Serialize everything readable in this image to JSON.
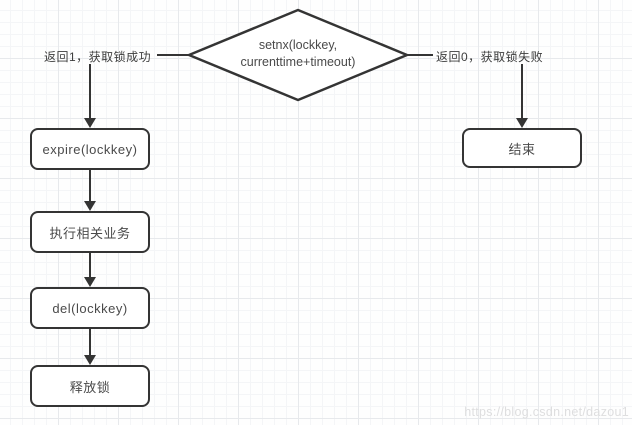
{
  "diagram": {
    "diamond": {
      "line1": "setnx(lockkey,",
      "line2": "currenttime+timeout)"
    },
    "edges": {
      "success_label": "返回1，获取锁成功",
      "fail_label": "返回0，获取锁失败"
    },
    "nodes": {
      "expire": "expire(lockkey)",
      "business": "执行相关业务",
      "del": "del(lockkey)",
      "release": "释放锁",
      "end": "结束"
    },
    "watermark": "https://blog.csdn.net/dazou1",
    "colors": {
      "stroke": "#343434",
      "text": "#4a4a4a",
      "grid_minor": "#f4f5f7",
      "grid_major": "#e7e9ec",
      "watermark": "#dededf",
      "node_fill": "#ffffff"
    }
  }
}
